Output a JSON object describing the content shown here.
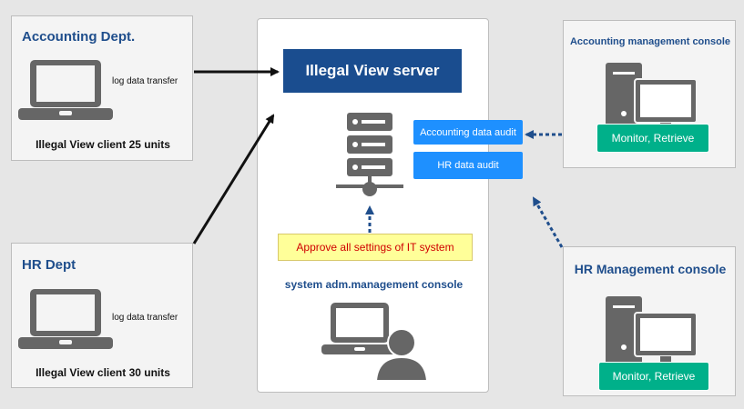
{
  "accounting_dept": {
    "title": "Accounting Dept.",
    "transfer_label": "log data transfer",
    "clients": "Illegal View client 25 units"
  },
  "hr_dept": {
    "title": "HR Dept",
    "transfer_label": "log data transfer",
    "clients": "Illegal View client 30 units"
  },
  "server": {
    "title": "Illegal View server",
    "accounting_audit": "Accounting data audit",
    "hr_audit": "HR data audit",
    "approve": "Approve all settings of IT system",
    "admin_console": "system adm.management console"
  },
  "accounting_console": {
    "title": "Accounting management console",
    "action": "Monitor, Retrieve"
  },
  "hr_console": {
    "title": "HR Management console",
    "action": "Monitor, Retrieve"
  },
  "colors": {
    "title_blue": "#1f4e8c",
    "banner_blue": "#1a4d8f",
    "audit_blue": "#1e90ff",
    "action_green": "#00b08a",
    "approve_yellow": "#ffff99",
    "approve_red": "#d00000",
    "icon_gray": "#666666"
  },
  "icons": [
    "laptop-icon",
    "server-stack-icon",
    "desktop-computer-icon",
    "admin-user-icon"
  ]
}
